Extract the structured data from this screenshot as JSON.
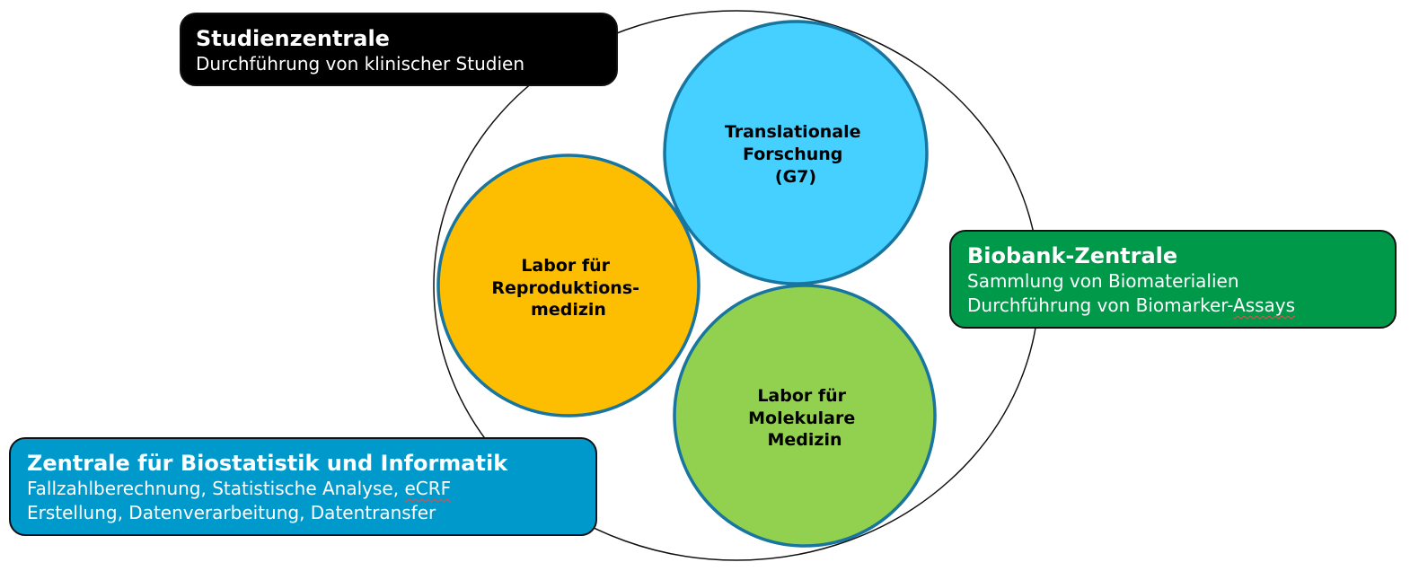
{
  "outer_group": {
    "label": ""
  },
  "circles": {
    "translational": {
      "lines": [
        "Translationale",
        "Forschung",
        "(G7)"
      ],
      "color": "#46d0ff"
    },
    "reproduktion": {
      "lines": [
        "Labor für",
        "Reproduktions-",
        "medizin"
      ],
      "color": "#fdbd00"
    },
    "molekular": {
      "lines": [
        "Labor für",
        "Molekulare",
        "Medizin"
      ],
      "color": "#92d050"
    },
    "stroke_color": "#17759f"
  },
  "boxes": {
    "studien": {
      "title": "Studienzentrale",
      "line1": "Durchführung von klinischer Studien",
      "color": "#000000"
    },
    "biobank": {
      "title": "Biobank-Zentrale",
      "line1": "Sammlung von Biomaterialien",
      "line2_prefix": "Durchführung von Biomarker-",
      "line2_flagged": "Assays",
      "color": "#00994a"
    },
    "biostat": {
      "title": "Zentrale für Biostatistik und Informatik",
      "line1_prefix": "Fallzahlberechnung, Statistische Analyse, ",
      "line1_flagged": "eCRF",
      "line2": "Erstellung, Datenverarbeitung, Datentransfer",
      "color": "#0099cc"
    }
  }
}
